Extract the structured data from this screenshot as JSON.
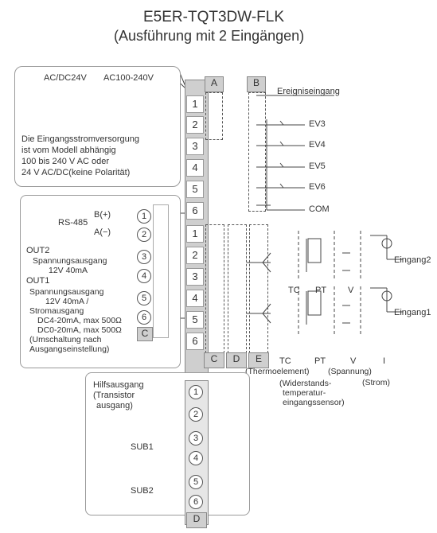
{
  "title": {
    "model": "E5ER-TQT3DW-FLK",
    "subtitle": "(Ausführung mit 2 Eingängen)"
  },
  "power": {
    "ac_dc_label": "AC/DC24V",
    "ac_label": "AC100-240V",
    "note": [
      "Die Eingangsstromversorgung",
      "ist vom Modell abhängig",
      "100 bis 240 V AC oder",
      "24 V AC/DC(keine Polarität)"
    ]
  },
  "terminal_block": {
    "col_a": "A",
    "col_b": "B",
    "col_c": "C",
    "col_d": "D",
    "col_e": "E",
    "rows": [
      "1",
      "2",
      "3",
      "4",
      "5",
      "6"
    ]
  },
  "event_input": {
    "label": "Ereigniseingang",
    "items": [
      "EV3",
      "EV4",
      "EV5",
      "EV6"
    ],
    "com": "COM"
  },
  "outputs": {
    "rs485": "RS-485",
    "b_plus": "B(+)",
    "a_minus": "A(−)",
    "out2": "OUT2",
    "out2_desc": [
      "Spannungsausgang",
      "12V 40mA"
    ],
    "out1": "OUT1",
    "out1_desc": [
      "Spannungsausgang",
      "12V 40mA /",
      "Stromausgang",
      "DC4-20mA, max 500Ω",
      "DC0-20mA, max 500Ω",
      "(Umschaltung nach",
      "Ausgangseinstellung)"
    ],
    "terminals": [
      "1",
      "2",
      "3",
      "4",
      "5",
      "6"
    ],
    "col_label": "C"
  },
  "inputs": {
    "eingang2": "Eingang2",
    "eingang1": "Eingang1",
    "tc": "TC",
    "pt": "PT",
    "v": "V",
    "i": "I",
    "legend_thermo": "(Thermoelement)",
    "legend_spannung": "(Spannung)",
    "legend_widerstand": [
      "(Widerstands-",
      "temperatur-",
      "eingangssensor)"
    ],
    "legend_strom": "(Strom)"
  },
  "aux": {
    "title": [
      "Hilfsausgang",
      "(Transistor",
      "ausgang)"
    ],
    "sub1": "SUB1",
    "sub2": "SUB2",
    "terminals": [
      "1",
      "2",
      "3",
      "4",
      "5",
      "6"
    ],
    "col_label": "D"
  }
}
